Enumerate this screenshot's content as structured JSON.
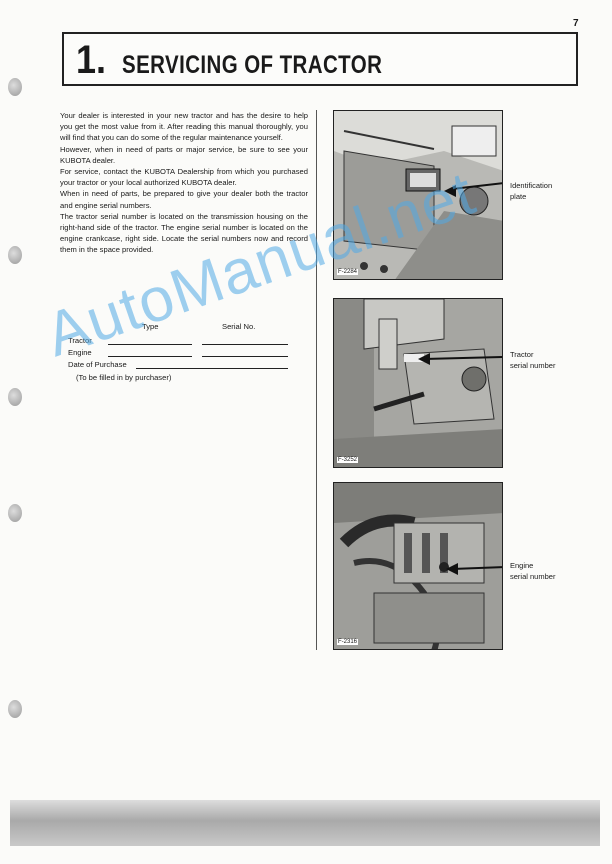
{
  "page_number": "7",
  "title": {
    "number": "1.",
    "text": "SERVICING OF TRACTOR"
  },
  "body_paragraphs": [
    "Your dealer is interested in your new tractor and has the desire to help you get the most value from it. After reading this manual thoroughly, you will find that you can do some of the regular maintenance yourself.",
    "However, when in need of parts or major service, be sure to see your KUBOTA dealer.",
    "For service, contact the KUBOTA Dealership from which you purchased your tractor or your local authorized KUBOTA dealer.",
    "When in need of parts, be prepared to give your dealer both the tractor and engine serial numbers.",
    "The tractor serial number is located on the transmission housing on the right-hand side of the tractor. The engine serial number is located on the engine crankcase, right side. Locate the serial numbers now and record them in the space provided."
  ],
  "serial_table": {
    "col_type": "Type",
    "col_serial": "Serial No.",
    "row_tractor": "Tractor",
    "row_engine": "Engine",
    "row_date": "Date of Purchase",
    "note": "(To be filled in by purchaser)"
  },
  "figures": [
    {
      "label": "F-2284",
      "callout": [
        "Identification",
        "plate"
      ]
    },
    {
      "label": "F-3252",
      "callout": [
        "Tractor",
        "serial number"
      ]
    },
    {
      "label": "F-2316",
      "callout": [
        "Engine",
        "serial number"
      ]
    }
  ],
  "watermark": "AutoManual.net"
}
